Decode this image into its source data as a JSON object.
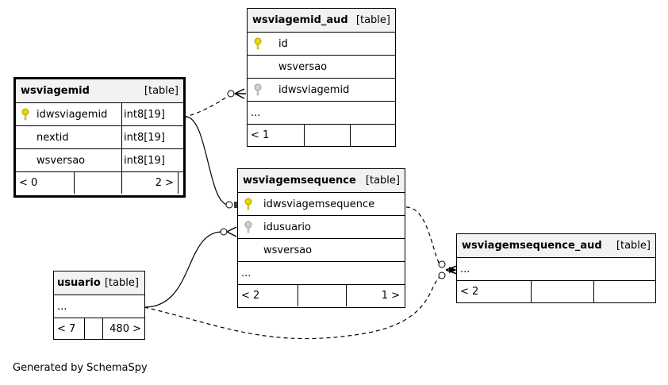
{
  "tables": {
    "wsviagemid": {
      "name": "wsviagemid",
      "kind": "[table]",
      "columns": [
        {
          "name": "idwsviagemid",
          "type": "int8[19]",
          "icon": "primary-key-icon"
        },
        {
          "name": "nextid",
          "type": "int8[19]",
          "icon": ""
        },
        {
          "name": "wsversao",
          "type": "int8[19]",
          "icon": ""
        }
      ],
      "footer": {
        "parents": "< 0",
        "middle": "",
        "children": "2 >"
      }
    },
    "wsviagemid_aud": {
      "name": "wsviagemid_aud",
      "kind": "[table]",
      "columns": [
        {
          "name": "id",
          "icon": "primary-key-icon"
        },
        {
          "name": "wsversao",
          "icon": ""
        },
        {
          "name": "idwsviagemid",
          "icon": "foreign-key-icon"
        }
      ],
      "more": "...",
      "footer": {
        "parents": "< 1",
        "middle": "",
        "children": ""
      }
    },
    "wsviagemsequence": {
      "name": "wsviagemsequence",
      "kind": "[table]",
      "columns": [
        {
          "name": "idwsviagemsequence",
          "icon": "primary-key-icon"
        },
        {
          "name": "idusuario",
          "icon": "foreign-key-icon"
        },
        {
          "name": "wsversao",
          "icon": ""
        }
      ],
      "more": "...",
      "footer": {
        "parents": "< 2",
        "middle": "",
        "children": "1 >"
      }
    },
    "wsviagemsequence_aud": {
      "name": "wsviagemsequence_aud",
      "kind": "[table]",
      "more": "...",
      "footer": {
        "parents": "< 2",
        "middle": "",
        "children": ""
      }
    },
    "usuario": {
      "name": "usuario",
      "kind": "[table]",
      "more": "...",
      "footer": {
        "parents": "< 7",
        "middle": "",
        "children": "480 >"
      }
    }
  },
  "generated_by": "Generated by SchemaSpy",
  "colors": {
    "primary_key": "#e8d800",
    "foreign_key": "#b8b8b8",
    "header_bg": "#f2f2f2"
  }
}
